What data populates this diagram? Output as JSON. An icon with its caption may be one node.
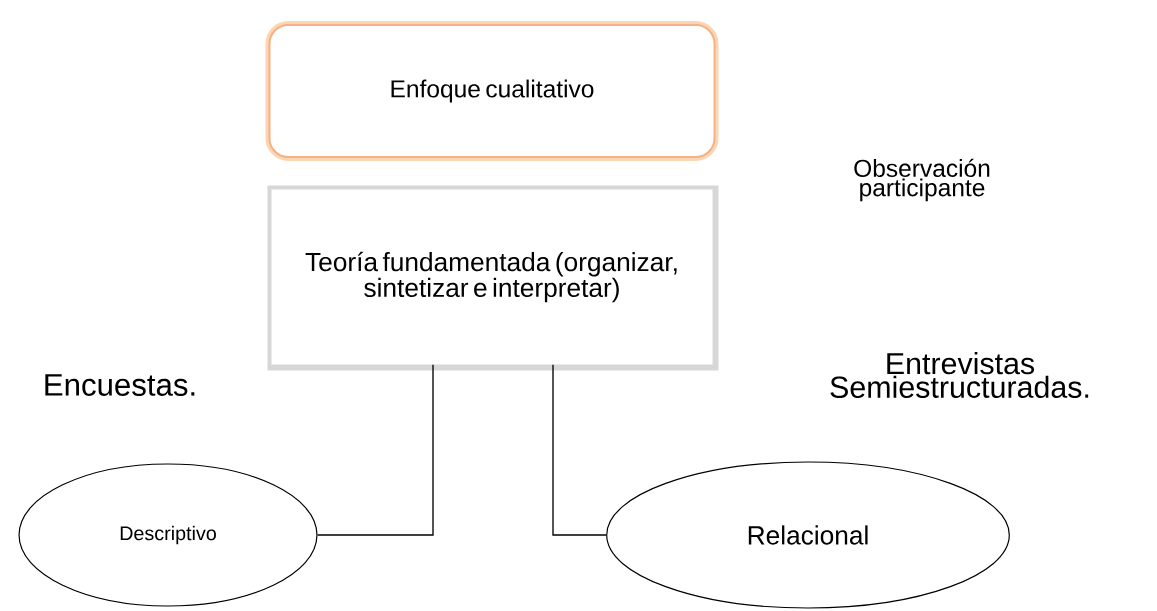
{
  "diagram": {
    "nodes": [
      {
        "text": [
          "Enfoque cualitativo"
        ]
      },
      {
        "text": [
          "Teoría fundamentada (organizar, sintetizar e interpretar)"
        ]
      },
      {
        "text": [
          "Descriptivo"
        ]
      },
      {
        "text": [
          "Relacional"
        ]
      }
    ],
    "edges": [
      {
        "from": 1,
        "to": 2,
        "arrow": "none"
      },
      {
        "from": 1,
        "to": 3,
        "arrow": "none"
      }
    ],
    "labels": [
      "Observación participante",
      "Entrevistas Semiestructuradas.",
      "Encuestas."
    ]
  }
}
